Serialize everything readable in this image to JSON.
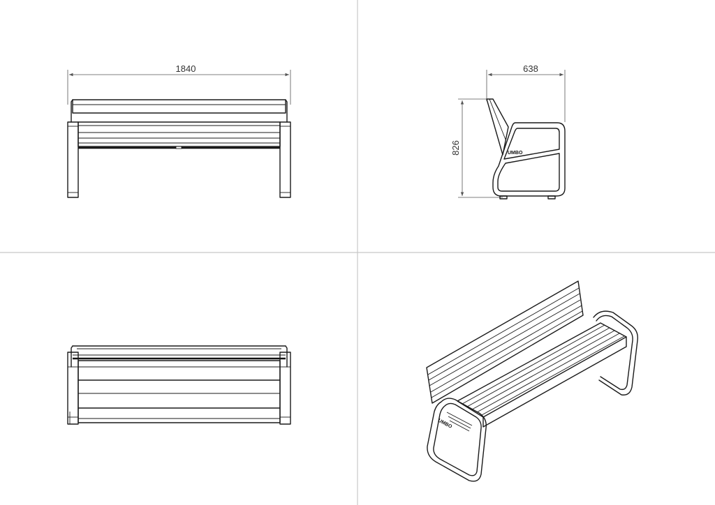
{
  "views": {
    "front": {
      "width_dimension": "1840"
    },
    "side": {
      "depth_dimension": "638",
      "height_dimension": "826"
    },
    "logo_text": "UMBO"
  }
}
